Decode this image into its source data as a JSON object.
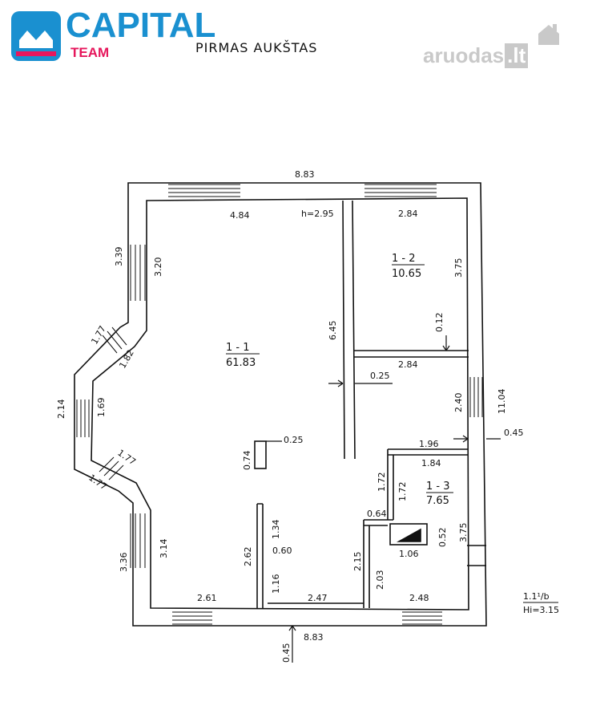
{
  "brand": {
    "name": "CAPITAL",
    "sub": "TEAM",
    "colors": {
      "blue": "#1a90d0",
      "pink": "#e6175c"
    }
  },
  "watermark": {
    "text": "aruodas",
    "tld": ".lt",
    "color": "#c9c9c9",
    "icon": "house-icon"
  },
  "title": "PIRMAS AUKŠTAS",
  "rooms": [
    {
      "id": "1 - 1",
      "area": "61.83"
    },
    {
      "id": "1 - 2",
      "area": "10.65"
    },
    {
      "id": "1 - 3",
      "area": "7.65"
    }
  ],
  "dimensions": {
    "top_total": "8.83",
    "bottom_total": "8.83",
    "right_total": "11.04",
    "left_top": "3.39",
    "left_top_inner": "3.20",
    "bay_top": "1.77",
    "bay_top_inner": "1.82",
    "bay_mid": "2.14",
    "bay_mid_inner": "1.69",
    "bay_bot": "1.77",
    "bay_bot_outer": "1.77",
    "left_bot": "3.36",
    "left_bot_inner": "3.14",
    "r1_top": "4.84",
    "height": "h=2.95",
    "r1_wall": "6.45",
    "r2_top": "2.84",
    "r2_side": "3.75",
    "r2_gap": "0.12",
    "corridor_top": "2.84",
    "wall_025_a": "0.25",
    "corridor_side": "2.40",
    "ext_045_right": "0.45",
    "r3_offset": "1.96",
    "r3_top": "1.84",
    "r3_left_a": "1.72",
    "r3_left_b": "1.72",
    "r3_left_c": "0.64",
    "r3_side": "3.75",
    "chimney_a": "0.52",
    "chimney_b": "1.06",
    "pillar_h": "0.74",
    "pillar_w": "0.25",
    "wall_134": "1.34",
    "wall_060": "0.60",
    "wall_262": "2.62",
    "wall_116": "1.16",
    "bottom_left": "2.61",
    "bottom_mid": "2.47",
    "wall_215": "2.15",
    "wall_203": "2.03",
    "r3_bottom": "2.48",
    "ext_045_bottom": "0.45"
  },
  "legend": {
    "line1": "1.1¹/b",
    "line2": "Hi=3.15"
  }
}
